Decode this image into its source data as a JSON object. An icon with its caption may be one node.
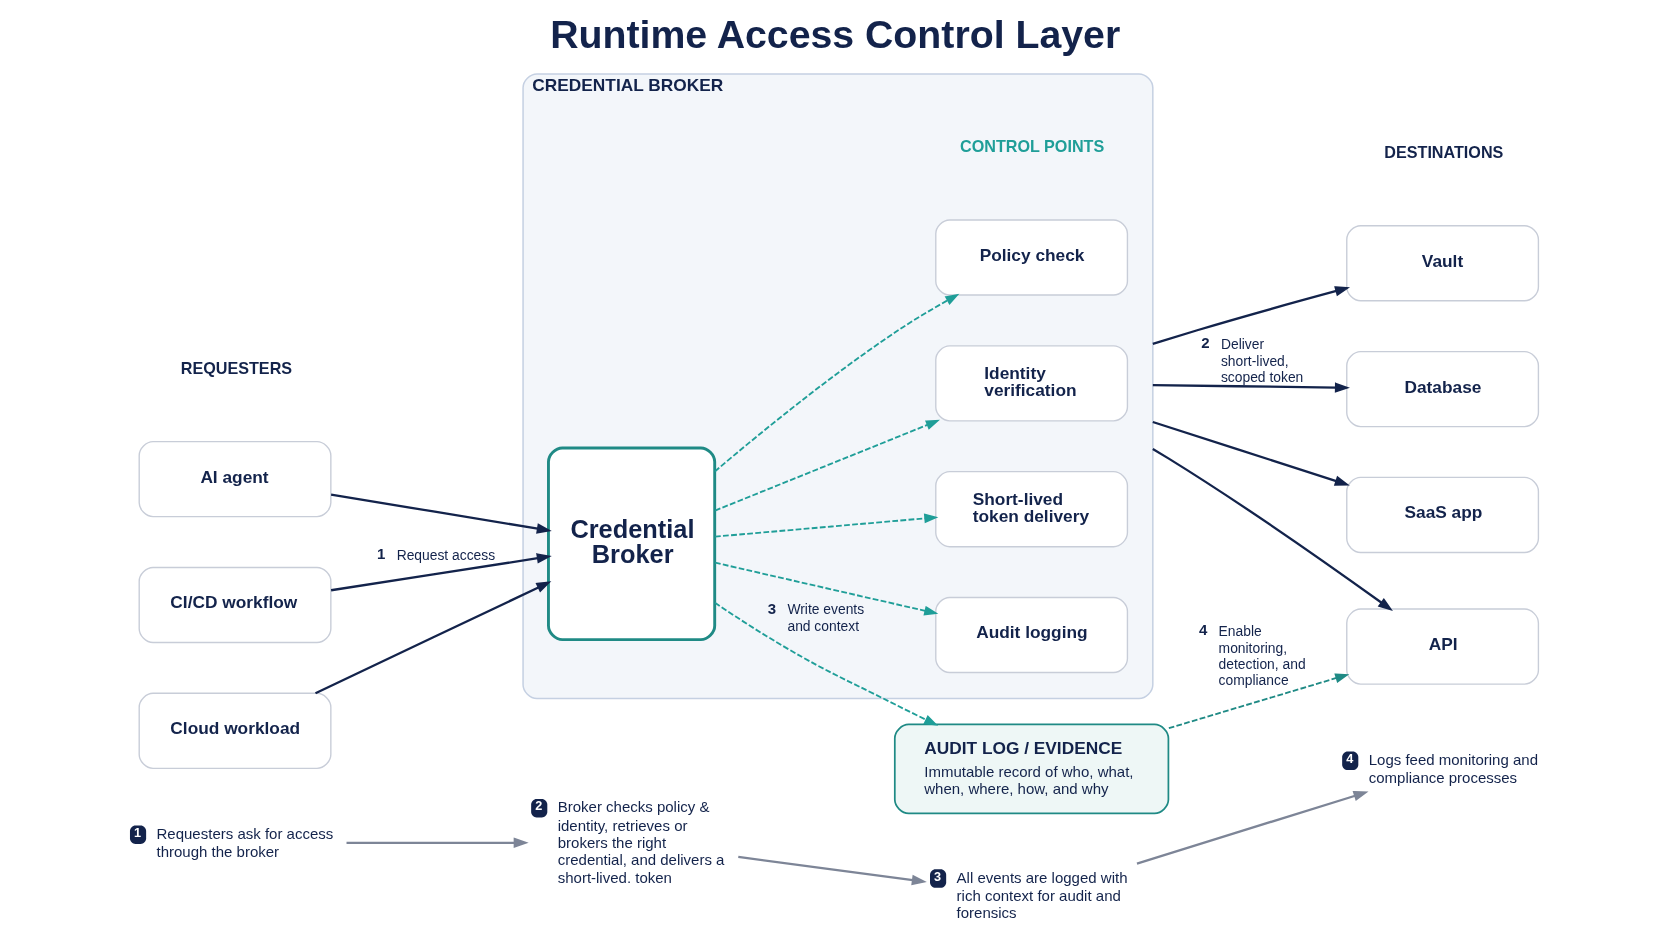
{
  "diagram": {
    "title": "Runtime Access Control Layer",
    "nodes": [
      {
        "text": [
          "AI agent"
        ]
      },
      {
        "text": [
          "CI/CD workflow"
        ]
      },
      {
        "text": [
          "Cloud workload"
        ]
      },
      {
        "text": [
          "CREDENTIAL BROKER"
        ]
      },
      {
        "text": [
          "Credential Broker"
        ],
        "in": 3
      },
      {
        "text": [
          "Policy check"
        ],
        "in": 3
      },
      {
        "text": [
          "Identity verification"
        ],
        "in": 3
      },
      {
        "text": [
          "Short-lived token delivery"
        ],
        "in": 3
      },
      {
        "text": [
          "Audit logging"
        ],
        "in": 3
      },
      {
        "text": [
          "Vault"
        ]
      },
      {
        "text": [
          "Database"
        ]
      },
      {
        "text": [
          "SaaS app"
        ]
      },
      {
        "text": [
          "API"
        ]
      },
      {
        "text": [
          "AUDIT LOG / EVIDENCE",
          "Immutable record of who, what, when, where, how, and why"
        ]
      },
      {
        "text": [
          "1",
          "Requesters ask for access through the broker"
        ]
      },
      {
        "text": [
          "2",
          "Broker checks policy & identity, retrieves or brokers the right credential, and delivers a short-lived. token"
        ]
      },
      {
        "text": [
          "3",
          "All events are logged with rich context for audit and forensics"
        ]
      },
      {
        "text": [
          "4",
          "Logs feed monitoring and compliance processes"
        ]
      }
    ],
    "edges": [
      {
        "from": 0,
        "to": 4,
        "arrow": "to"
      },
      {
        "from": 1,
        "to": 4,
        "arrow": "to",
        "label": "1 Request access"
      },
      {
        "from": 2,
        "to": 4,
        "arrow": "to"
      },
      {
        "from": 4,
        "to": 5,
        "arrow": "to",
        "style": "dashed",
        "color": "#1f9e98"
      },
      {
        "from": 4,
        "to": 6,
        "arrow": "to",
        "style": "dashed",
        "color": "#1f9e98"
      },
      {
        "from": 4,
        "to": 7,
        "arrow": "to",
        "style": "dashed",
        "color": "#1f9e98"
      },
      {
        "from": 4,
        "to": 8,
        "arrow": "to",
        "style": "dashed",
        "color": "#1f9e98"
      },
      {
        "from": 3,
        "to": 9,
        "arrow": "to"
      },
      {
        "from": 3,
        "to": 10,
        "arrow": "to",
        "label": "2 Deliver short-lived, scoped token"
      },
      {
        "from": 3,
        "to": 11,
        "arrow": "to"
      },
      {
        "from": 3,
        "to": 12,
        "arrow": "to"
      },
      {
        "from": 4,
        "to": 13,
        "arrow": "to",
        "style": "dashed",
        "color": "#1f9e98",
        "label": "3 Write events and context"
      },
      {
        "from": 13,
        "to": 12,
        "arrow": "to",
        "style": "dashed",
        "color": "#1f8a85",
        "label": "4 Enable monitoring, detection, and compliance"
      },
      {
        "from": 14,
        "to": 15,
        "arrow": "to",
        "color": "#7d8597"
      },
      {
        "from": 15,
        "to": 16,
        "arrow": "to",
        "color": "#7d8597"
      },
      {
        "from": 16,
        "to": 17,
        "arrow": "to",
        "color": "#7d8597"
      }
    ],
    "labels": [
      "REQUESTERS",
      "CONTROL POINTS",
      "DESTINATIONS"
    ]
  }
}
